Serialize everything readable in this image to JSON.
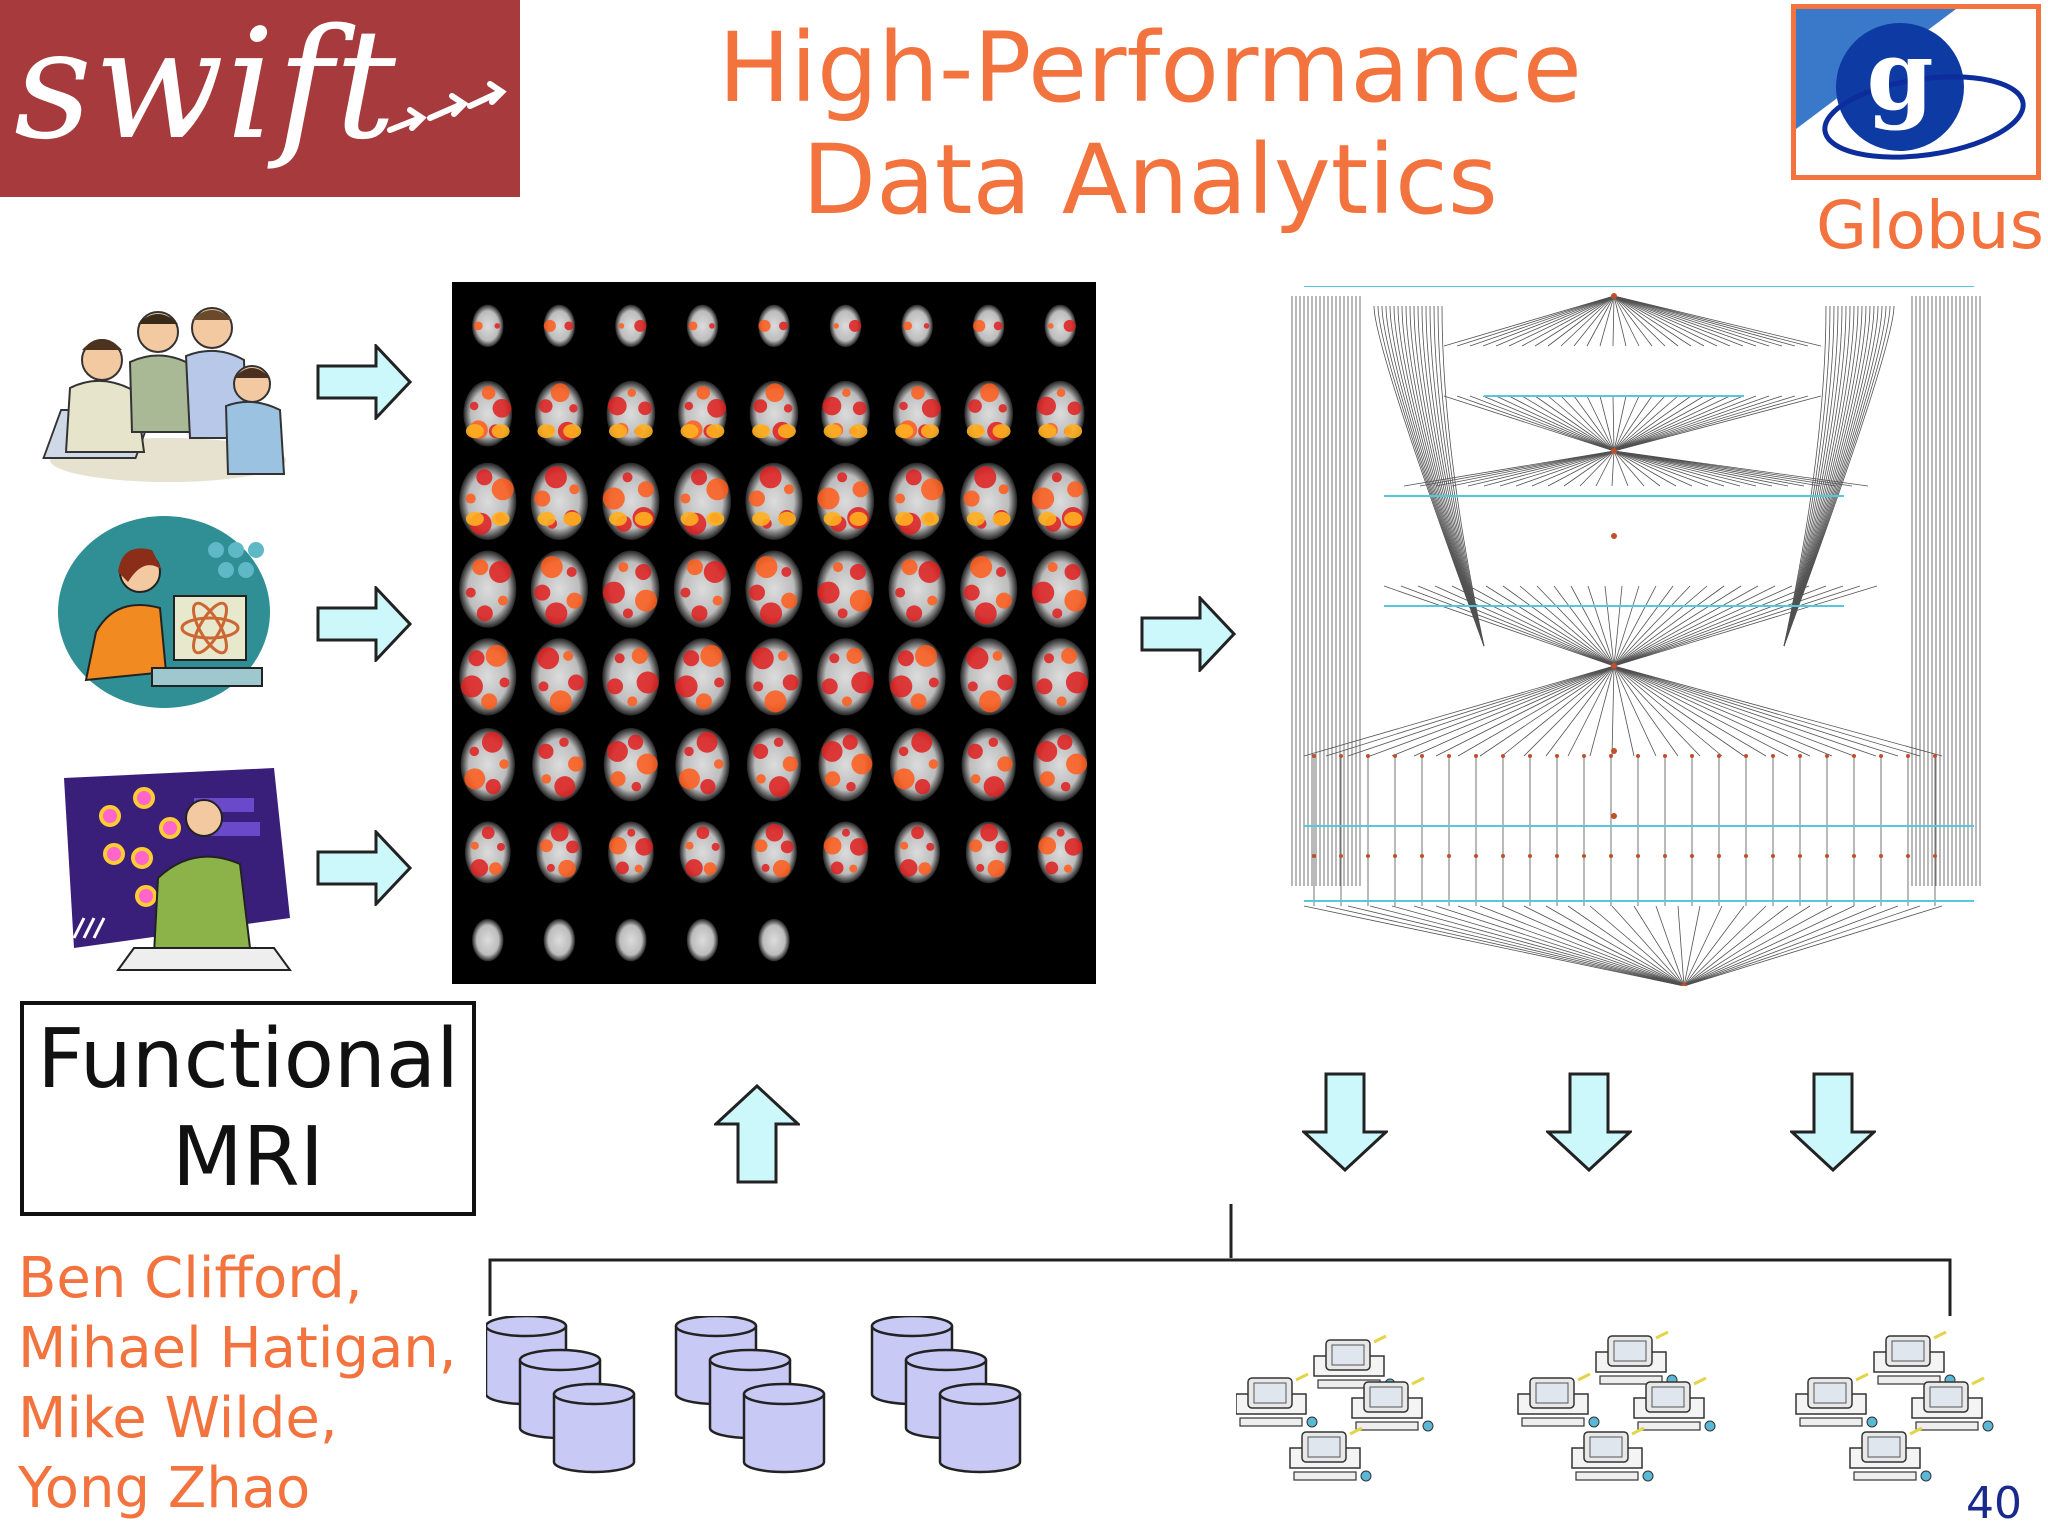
{
  "logo": {
    "text": "swift",
    "icon": "swift-arrows-icon",
    "bg": "#a63a3c"
  },
  "title": {
    "line1": "High-Performance",
    "line2": "Data Analytics",
    "color": "#f2733e"
  },
  "globus": {
    "label": "Globus",
    "glyph": "g",
    "icon": "globus-logo-icon"
  },
  "box_label": {
    "line1": "Functional",
    "line2": "MRI"
  },
  "authors": [
    "Ben Clifford,",
    "Mihael Hatigan,",
    "Mike Wilde,",
    "Yong Zhao"
  ],
  "page_number": "40",
  "icons": {
    "people": [
      "team-meeting-clipart",
      "scientist-computer-clipart",
      "presenter-molecule-clipart"
    ],
    "arrows": [
      "right-arrow-icon",
      "up-arrow-icon",
      "down-arrow-icon"
    ],
    "storage": "database-cylinder-icon",
    "compute": "computer-cluster-icon"
  },
  "colors": {
    "arrow_fill": "#ccf7fb",
    "cylinder_fill": "#c9c9f5",
    "accent": "#f2733e"
  }
}
